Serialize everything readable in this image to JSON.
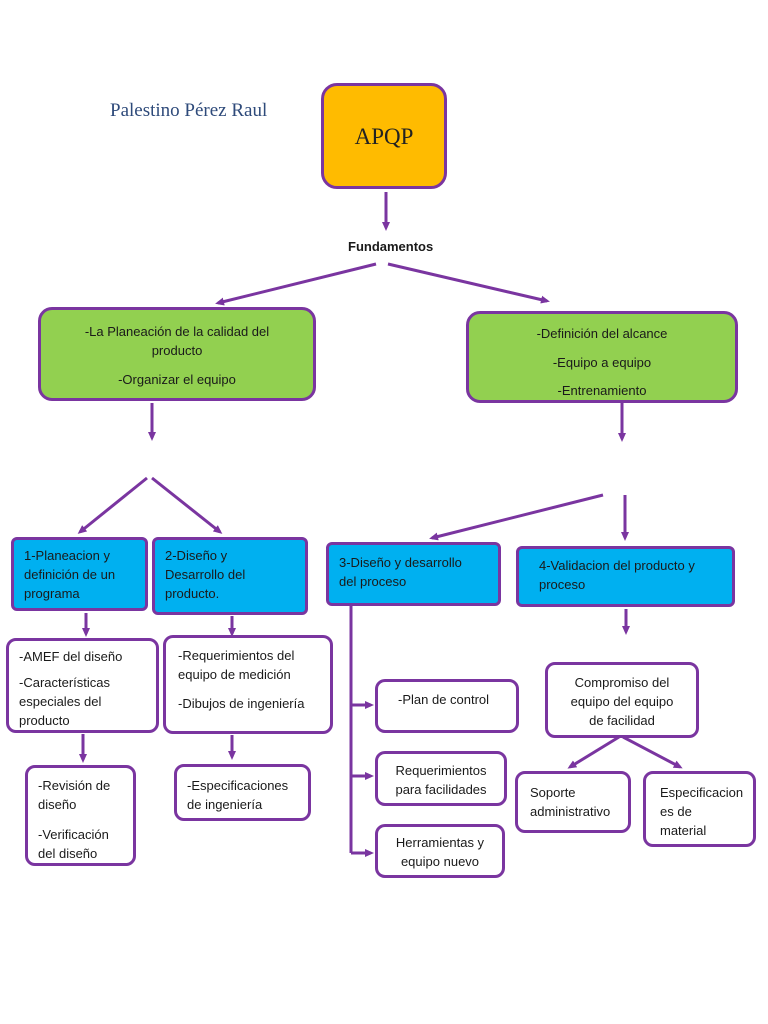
{
  "author": "Palestino Pérez Raul",
  "root": "APQP",
  "fundamentos": "Fundamentos",
  "green_left": {
    "line1": "-La Planeación de la calidad del",
    "line2": "producto",
    "line3": "-Organizar el equipo"
  },
  "green_right": {
    "line1": "-Definición del alcance",
    "line2": "-Equipo a equipo",
    "line3": "-Entrenamiento"
  },
  "phases": {
    "p1": [
      "1-Planeacion y",
      "definición de un",
      "programa"
    ],
    "p2": [
      "2-Diseño y",
      "Desarrollo del",
      "producto."
    ],
    "p3": [
      "3-Diseño y desarrollo",
      "del proceso"
    ],
    "p4": [
      "4-Validacion del producto y",
      "proceso"
    ]
  },
  "p1_items": {
    "a1": "-AMEF del diseño",
    "a2": [
      "-Características",
      "especiales del",
      "producto"
    ],
    "b1": [
      "-Revisión de",
      "diseño"
    ],
    "b2": [
      "-Verificación",
      "del diseño"
    ]
  },
  "p2_items": {
    "a1": [
      "-Requerimientos del",
      "equipo de medición"
    ],
    "a2": "-Dibujos de ingeniería",
    "b1": [
      "-Especificaciones",
      "de ingeniería"
    ]
  },
  "p3_items": {
    "c1": "-Plan de control",
    "c2": [
      "Requerimientos",
      "para facilidades"
    ],
    "c3": [
      "Herramientas y",
      "equipo nuevo"
    ]
  },
  "p4_items": {
    "compromiso": [
      "Compromiso del",
      "equipo del equipo",
      "de facilidad"
    ],
    "soporte": [
      "Soporte",
      "administrativo"
    ],
    "especificaciones": [
      "Especificacion",
      "es de material"
    ]
  },
  "colors": {
    "border": "#7a35a0",
    "root_fill": "#ffbb00",
    "green_fill": "#92d050",
    "blue_fill": "#00b0f0"
  }
}
